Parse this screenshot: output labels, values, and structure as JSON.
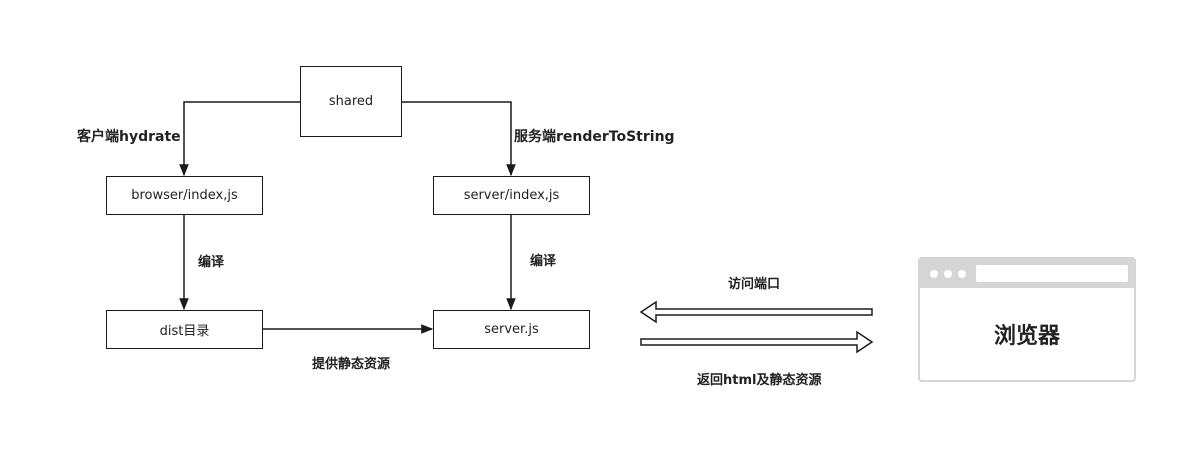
{
  "nodes": {
    "shared": "shared",
    "browser_index": "browser/index,js",
    "server_index": "server/index,js",
    "dist": "dist目录",
    "server_js": "server.js"
  },
  "edge_labels": {
    "client_hydrate": "客户端hydrate",
    "server_render": "服务端renderToString",
    "compile_left": "编译",
    "compile_right": "编译",
    "serve_static": "提供静态资源",
    "visit_port": "访问端口",
    "return_html": "返回html及静态资源"
  },
  "browser": {
    "title": "浏览器"
  },
  "colors": {
    "line": "#1a1a1a",
    "browser_chrome": "#d6d6d6"
  }
}
